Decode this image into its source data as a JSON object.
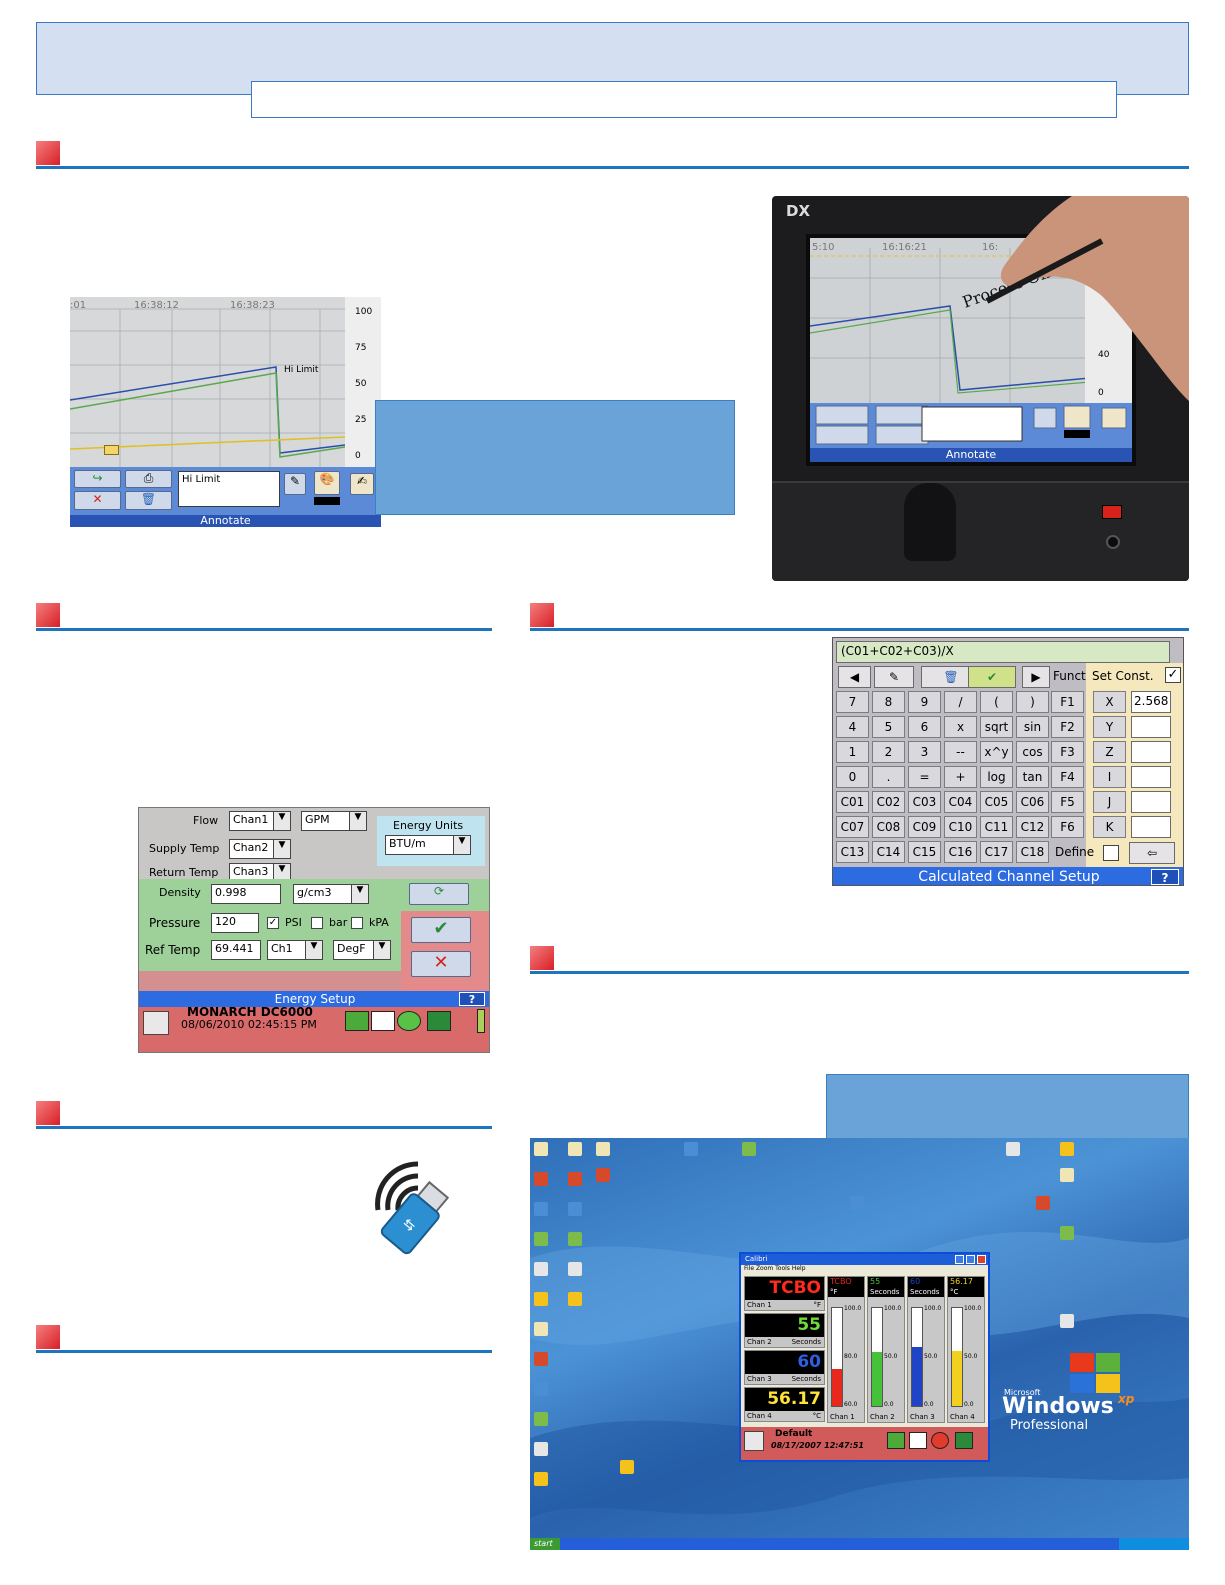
{
  "section1_screen": {
    "times": [
      "16:38:12",
      "16:38:23"
    ],
    "time_partial_left": ":01",
    "scale_ticks": [
      "100",
      "75",
      "50",
      "25",
      "0"
    ],
    "marker_label": "Hi Limit",
    "annotation_text": "Hi Limit",
    "caption": "Annotate"
  },
  "recorder": {
    "brand": "DX",
    "times": [
      "5:10",
      "16:16:21",
      "16:"
    ],
    "scale_ticks": [
      "40",
      "0"
    ],
    "handwriting": "Process Off",
    "caption": "Annotate"
  },
  "energy_setup": {
    "flow_label": "Flow",
    "flow_channel": "Chan1",
    "flow_unit": "GPM",
    "supply_temp_label": "Supply Temp",
    "supply_temp_channel": "Chan2",
    "return_temp_label": "Return Temp",
    "return_temp_channel": "Chan3",
    "energy_units_label": "Energy Units",
    "energy_units_value": "BTU/m",
    "density_label": "Density",
    "density_value": "0.998",
    "density_unit": "g/cm3",
    "pressure_label": "Pressure",
    "pressure_value": "120",
    "psi_label": "PSI",
    "bar_label": "bar",
    "kpa_label": "kPA",
    "ref_temp_label": "Ref Temp",
    "ref_temp_value": "69.441",
    "ref_temp_channel": "Ch1",
    "ref_temp_unit": "DegF",
    "caption": "Energy Setup",
    "help": "?",
    "device_name": "MONARCH DC6000",
    "datetime": "08/06/2010 02:45:15 PM"
  },
  "calculator": {
    "expression": "(C01+C02+C03)/X",
    "funct_label": "Funct.",
    "set_const_label": "Set Const.",
    "define_label": "Define",
    "caption": "Calculated Channel Setup",
    "help": "?",
    "keypad": [
      [
        "7",
        "8",
        "9",
        "/",
        "(",
        ")"
      ],
      [
        "4",
        "5",
        "6",
        "x",
        "sqrt",
        "sin"
      ],
      [
        "1",
        "2",
        "3",
        "--",
        "x^y",
        "cos"
      ],
      [
        "0",
        ".",
        "=",
        "+",
        "log",
        "tan"
      ],
      [
        "C01",
        "C02",
        "C03",
        "C04",
        "C05",
        "C06"
      ],
      [
        "C07",
        "C08",
        "C09",
        "C10",
        "C11",
        "C12"
      ],
      [
        "C13",
        "C14",
        "C15",
        "C16",
        "C17",
        "C18"
      ]
    ],
    "functions": [
      "F1",
      "F2",
      "F3",
      "F4",
      "F5",
      "F6"
    ],
    "constants": [
      "X",
      "Y",
      "Z",
      "I",
      "J",
      "K"
    ],
    "constant_values": [
      "2.568",
      "",
      "",
      "",
      "",
      ""
    ]
  },
  "calibri_window": {
    "title": "Calibri",
    "menu": "File  Zoom  Tools  Help",
    "digital": [
      {
        "value": "TCBO",
        "label": "Chan 1",
        "unit": "°F",
        "color": "#ff2b1c"
      },
      {
        "value": "55",
        "label": "Chan 2",
        "unit": "Seconds",
        "color": "#6fdc3a"
      },
      {
        "value": "60",
        "label": "Chan 3",
        "unit": "Seconds",
        "color": "#2f5fe0"
      },
      {
        "value": "56.17",
        "label": "Chan 4",
        "unit": "°C",
        "color": "#ffe23a"
      }
    ],
    "bars": [
      {
        "value": "TCBO",
        "unit": "°F",
        "channel": "Chan 1",
        "fill": 0.38,
        "color": "#e8281c",
        "top": "100.0",
        "mid": "80.0",
        "bot": "60.0"
      },
      {
        "value": "55",
        "unit": "Seconds",
        "channel": "Chan 2",
        "fill": 0.55,
        "color": "#46c23a",
        "top": "100.0",
        "mid": "50.0",
        "bot": "0.0"
      },
      {
        "value": "60",
        "unit": "Seconds",
        "channel": "Chan 3",
        "fill": 0.6,
        "color": "#1f44c8",
        "top": "100.0",
        "mid": "50.0",
        "bot": "0.0"
      },
      {
        "value": "56.17",
        "unit": "°C",
        "channel": "Chan 4",
        "fill": 0.56,
        "color": "#f2d01f",
        "top": "100.0",
        "mid": "50.0",
        "bot": "0.0"
      }
    ],
    "status_name": "Default",
    "status_datetime": "08/17/2007 12:47:51"
  },
  "desktop": {
    "start": "start",
    "logo_company": "Microsoft",
    "logo_windows": "Windows",
    "logo_xp": "xp",
    "logo_edition": "Professional"
  }
}
